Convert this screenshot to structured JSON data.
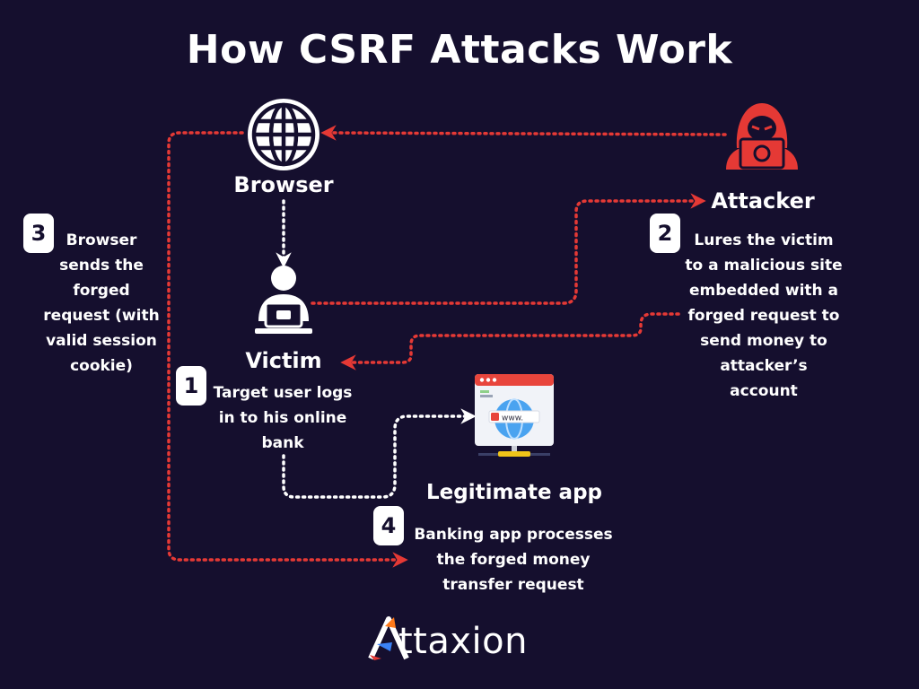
{
  "title": "How CSRF Attacks Work",
  "nodes": {
    "browser": "Browser",
    "attacker": "Attacker",
    "victim": "Victim",
    "legitimate_app": "Legitimate app"
  },
  "steps": [
    {
      "number": "1",
      "lines": [
        "Target user logs",
        "in to his online",
        "bank"
      ]
    },
    {
      "number": "2",
      "lines": [
        "Lures the victim",
        "to a malicious site",
        "embedded with a",
        "forged request to",
        "send money to",
        "attacker’s",
        "account"
      ]
    },
    {
      "number": "3",
      "lines": [
        "Browser",
        "sends the",
        "forged",
        "request (with",
        "valid session",
        "cookie)"
      ]
    },
    {
      "number": "4",
      "lines": [
        "Banking app processes",
        "the forged money",
        "transfer request"
      ]
    }
  ],
  "webapp_url": "www.",
  "logo": {
    "text": "ttaxion",
    "full": "Attaxion"
  },
  "colors": {
    "background": "#150f2e",
    "attack_path": "#e53935",
    "legit_path": "#ffffff",
    "text": "#ffffff"
  },
  "icons": [
    "globe-icon",
    "hacker-icon",
    "user-laptop-icon",
    "web-app-icon"
  ]
}
